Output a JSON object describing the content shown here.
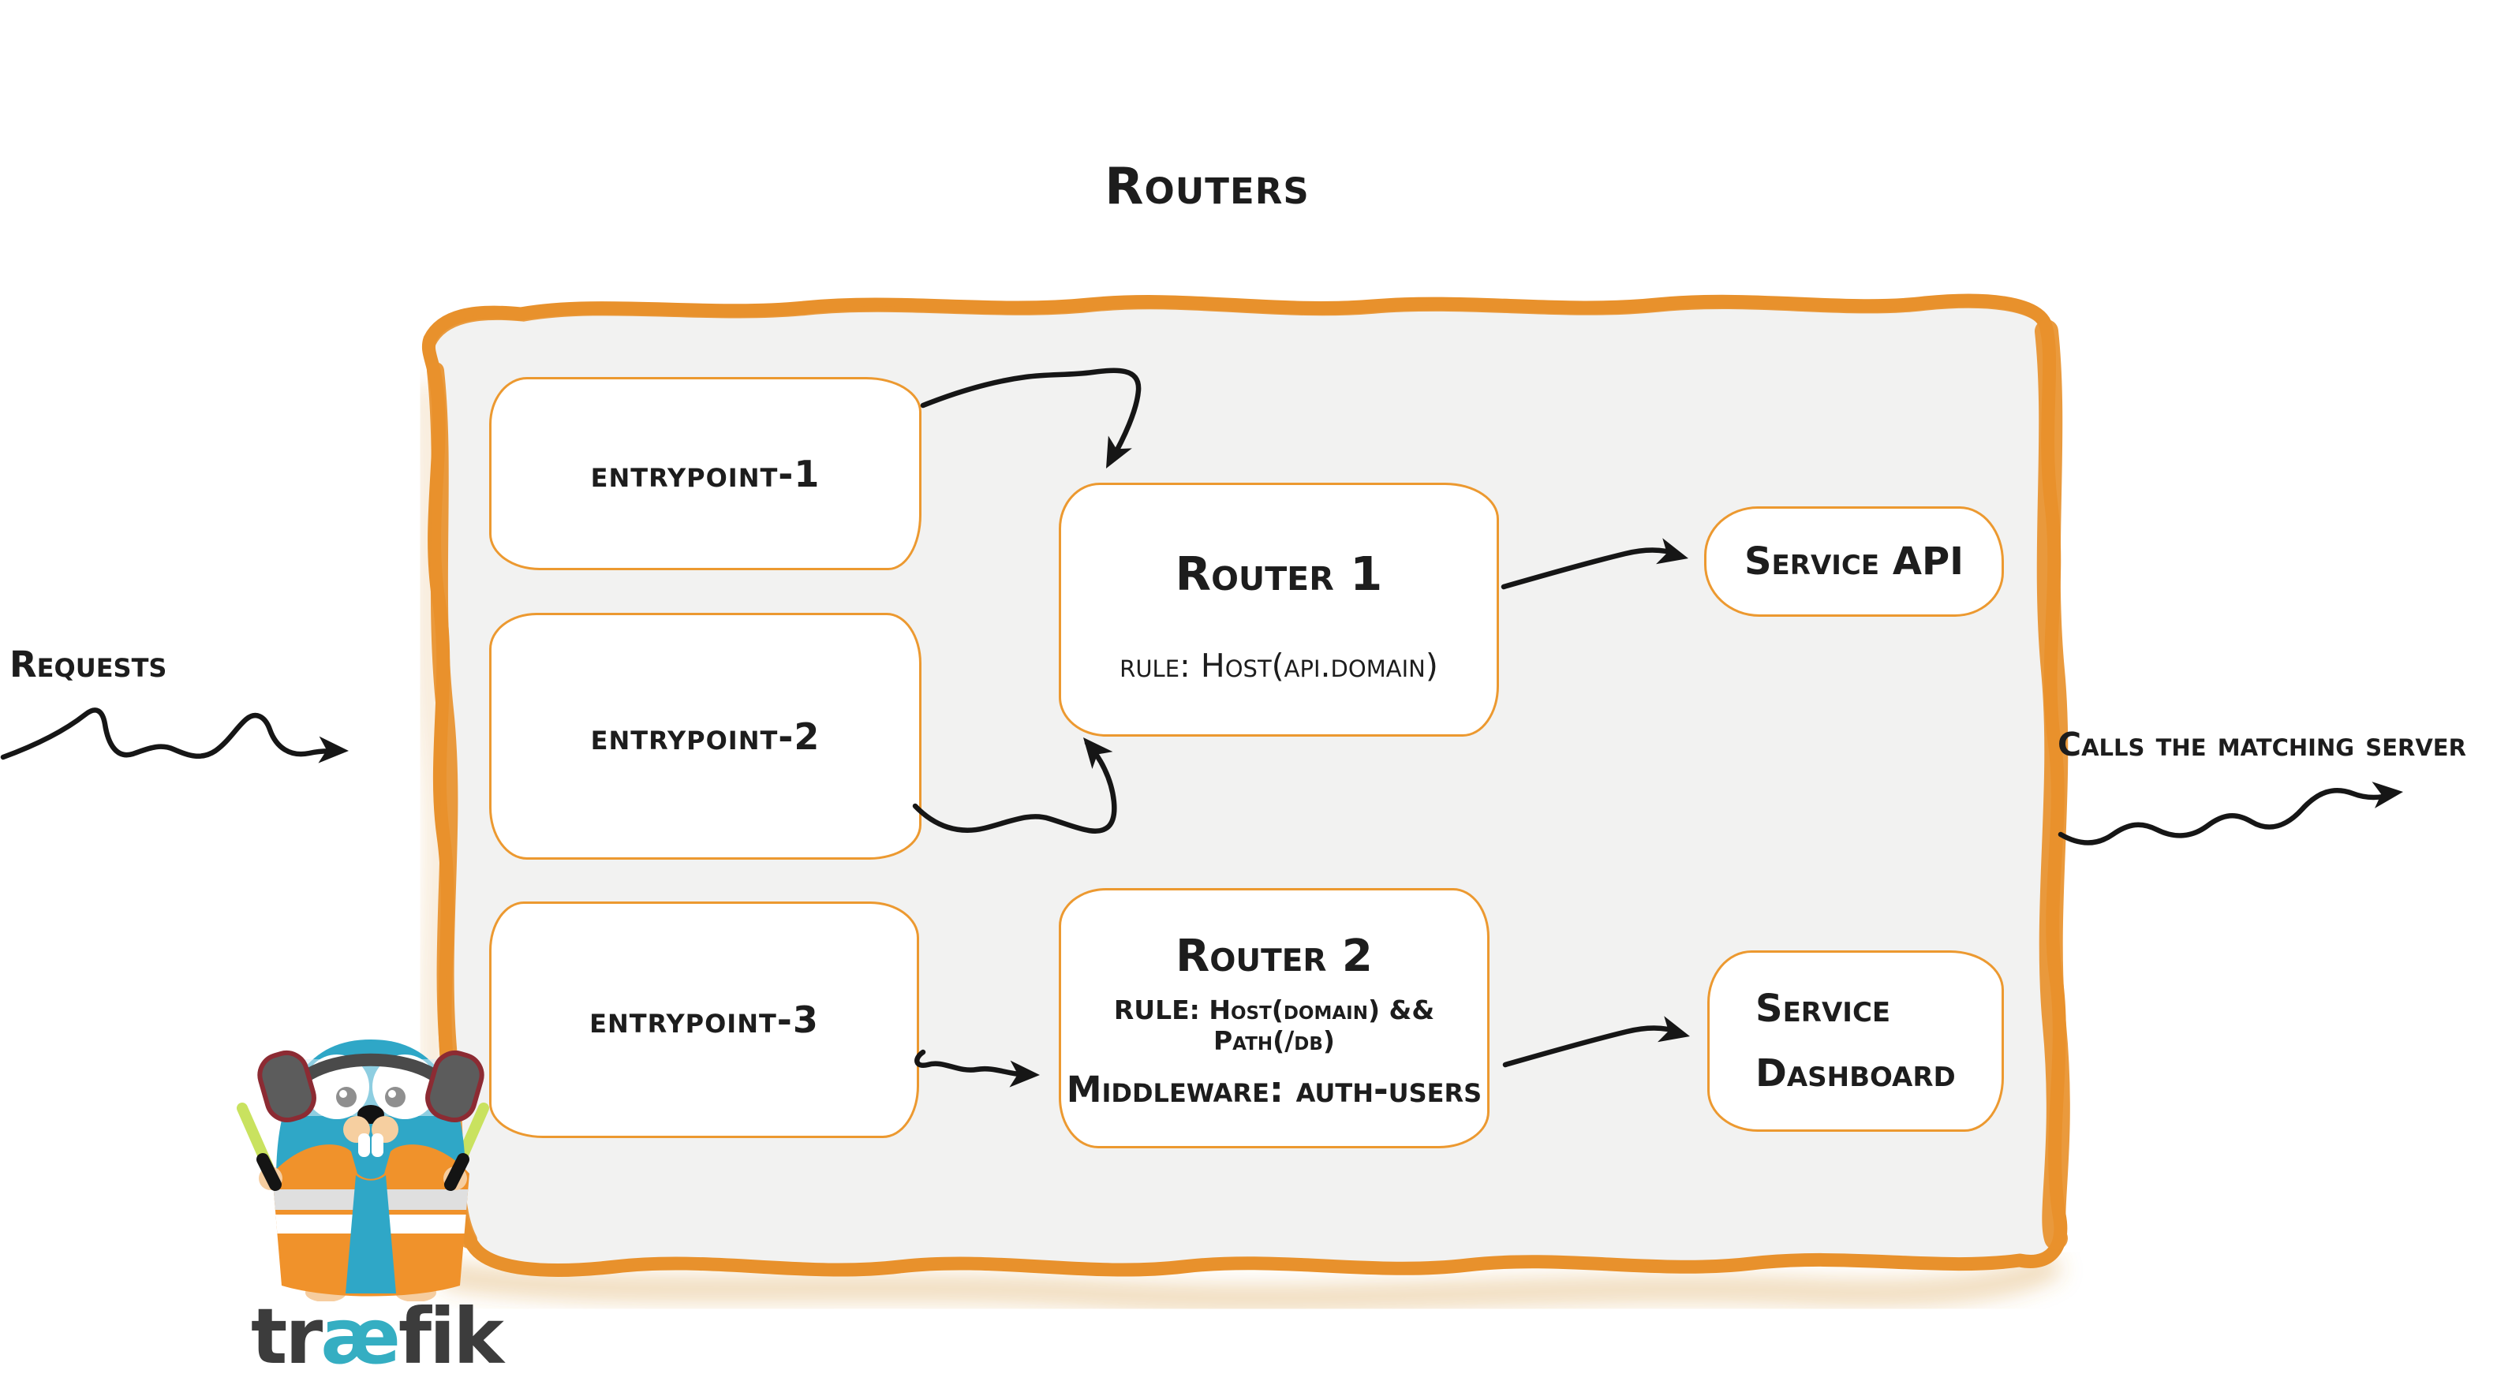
{
  "title": "Routers",
  "labels": {
    "requests": "Requests",
    "calls": "Calls the matching server"
  },
  "entrypoints": [
    {
      "label": "entrypoint-1"
    },
    {
      "label": "entrypoint-2"
    },
    {
      "label": "entrypoint-3"
    }
  ],
  "routers": [
    {
      "title": "Router 1",
      "rule": "rule: Host(api.domain)",
      "middleware": ""
    },
    {
      "title": "Router 2",
      "rule": "RULE: Host(domain) && Path(/db)",
      "middleware": "Middleware: auth-users"
    }
  ],
  "services": [
    {
      "line1": "Service API",
      "line2": ""
    },
    {
      "line1": "Service",
      "line2": "Dashboard"
    }
  ],
  "logo": {
    "part1": "tr",
    "part2": "æ",
    "part3": "fik"
  },
  "connections": [
    {
      "from": "requests",
      "to": "container"
    },
    {
      "from": "entrypoint-1",
      "to": "router-1"
    },
    {
      "from": "entrypoint-2",
      "to": "router-1"
    },
    {
      "from": "entrypoint-3",
      "to": "router-2"
    },
    {
      "from": "router-1",
      "to": "service-api"
    },
    {
      "from": "router-2",
      "to": "service-dashboard"
    },
    {
      "from": "container",
      "to": "matching-server"
    }
  ],
  "colors": {
    "container_border": "#e8912c",
    "box_border": "#ec9930",
    "container_fill": "#f2f2f1",
    "ink": "#1d1d1d",
    "arrow_black": "#161616",
    "logo_teal": "#35aec2",
    "logo_gray": "#3c3c3c",
    "gopher_teal": "#2fa7c7",
    "vest_orange": "#f0922b",
    "wand_green": "#c9e25f"
  }
}
